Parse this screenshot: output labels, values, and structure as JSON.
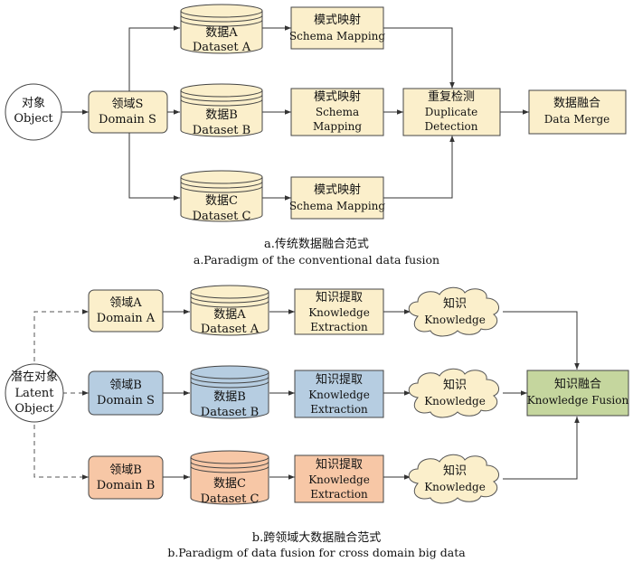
{
  "colors": {
    "cream": "#fbefcb",
    "blue": "#b6cde1",
    "salmon": "#f7c7a6",
    "green": "#c5d69e",
    "stroke": "#444444"
  },
  "top": {
    "object": {
      "zh": "对象",
      "en": "Object"
    },
    "domain": {
      "zh": "领域S",
      "en": "Domain S"
    },
    "datasets": [
      {
        "zh": "数据A",
        "en": "Dataset A"
      },
      {
        "zh": "数据B",
        "en": "Dataset B"
      },
      {
        "zh": "数据C",
        "en": "Dataset C"
      }
    ],
    "mappings": [
      {
        "zh": "模式映射",
        "en": "Schema Mapping"
      },
      {
        "zh": "模式映射",
        "en1": "Schema",
        "en2": "Mapping"
      },
      {
        "zh": "模式映射",
        "en": "Schema Mapping"
      }
    ],
    "duplicate": {
      "zh": "重复检测",
      "en1": "Duplicate",
      "en2": "Detection"
    },
    "merge": {
      "zh": "数据融合",
      "en": "Data Merge"
    },
    "caption_zh": "a.传统数据融合范式",
    "caption_en": "a.Paradigm of the conventional data fusion"
  },
  "bottom": {
    "object": {
      "zh": "潜在对象",
      "en1": "Latent",
      "en2": "Object"
    },
    "domains": [
      {
        "zh": "领域A",
        "en": "Domain A"
      },
      {
        "zh": "领域B",
        "en": "Domain S"
      },
      {
        "zh": "领域B",
        "en": "Domain B"
      }
    ],
    "datasets": [
      {
        "zh": "数据A",
        "en": "Dataset A"
      },
      {
        "zh": "数据B",
        "en": "Dataset B"
      },
      {
        "zh": "数据C",
        "en": "Dataset C"
      }
    ],
    "extractions": [
      {
        "zh": "知识提取",
        "en1": "Knowledge",
        "en2": "Extraction"
      },
      {
        "zh": "知识提取",
        "en1": "Knowledge",
        "en2": "Extraction"
      },
      {
        "zh": "知识提取",
        "en1": "Knowledge",
        "en2": "Extraction"
      }
    ],
    "knowledge": [
      {
        "zh": "知识",
        "en": "Knowledge"
      },
      {
        "zh": "知识",
        "en": "Knowledge"
      },
      {
        "zh": "知识",
        "en": "Knowledge"
      }
    ],
    "fusion": {
      "zh": "知识融合",
      "en": "Knowledge  Fusion"
    },
    "caption_zh": "b.跨领域大数据融合范式",
    "caption_en": "b.Paradigm of  data fusion for cross domain big data"
  }
}
